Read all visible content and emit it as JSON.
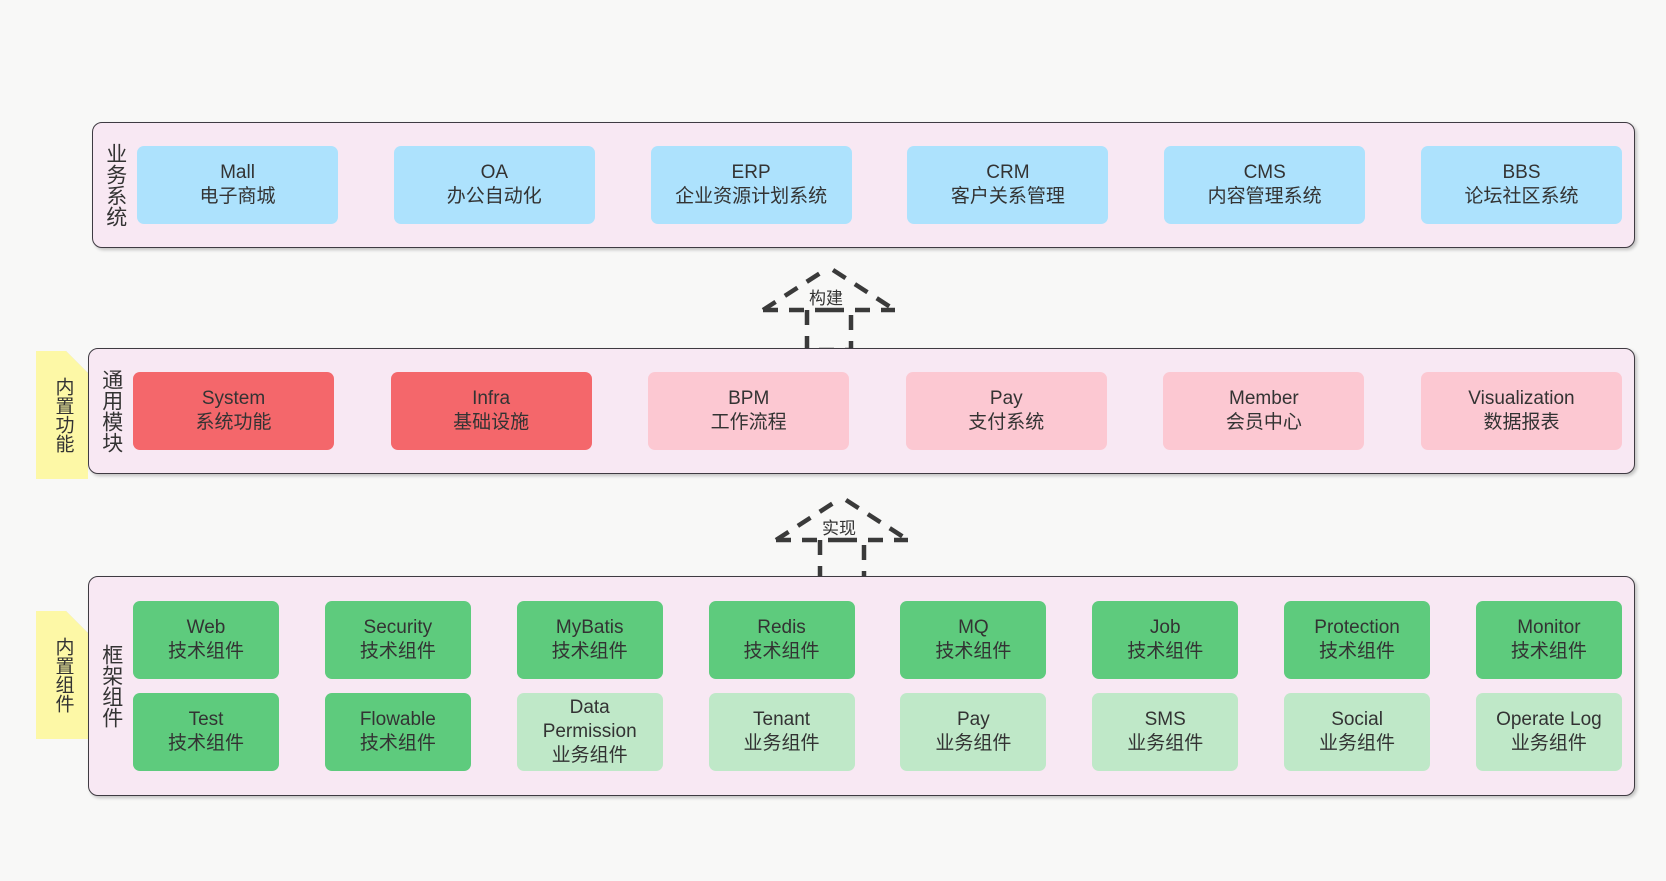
{
  "meta": {
    "background_color": "#f8f8f7",
    "panel_fill": "#f8e8f3",
    "panel_border": "#3f3b42",
    "note_fill": "#fdf8a6"
  },
  "layers": [
    {
      "id": "business-systems",
      "title": "业务系统",
      "accent": "#ade2fd",
      "rows": [
        {
          "cards": [
            {
              "en": "Mall",
              "cn": "电子商城"
            },
            {
              "en": "OA",
              "cn": "办公自动化"
            },
            {
              "en": "ERP",
              "cn": "企业资源计划系统"
            },
            {
              "en": "CRM",
              "cn": "客户关系管理"
            },
            {
              "en": "CMS",
              "cn": "内容管理系统"
            },
            {
              "en": "BBS",
              "cn": "论坛社区系统"
            }
          ]
        }
      ]
    },
    {
      "id": "common-modules",
      "title": "通用模块",
      "note": "内置功能",
      "accent": "#f4676b",
      "rows": [
        {
          "cards": [
            {
              "en": "System",
              "cn": "系统功能",
              "tone": "red"
            },
            {
              "en": "Infra",
              "cn": "基础设施",
              "tone": "red"
            },
            {
              "en": "BPM",
              "cn": "工作流程",
              "tone": "pink"
            },
            {
              "en": "Pay",
              "cn": "支付系统",
              "tone": "pink"
            },
            {
              "en": "Member",
              "cn": "会员中心",
              "tone": "pink"
            },
            {
              "en": "Visualization",
              "cn": "数据报表",
              "tone": "pink"
            }
          ]
        }
      ]
    },
    {
      "id": "framework-components",
      "title": "框架组件",
      "note": "内置组件",
      "accent": "#5ecb7d",
      "rows": [
        {
          "cards": [
            {
              "en": "Web",
              "cn": "技术组件",
              "tone": "green"
            },
            {
              "en": "Security",
              "cn": "技术组件",
              "tone": "green"
            },
            {
              "en": "MyBatis",
              "cn": "技术组件",
              "tone": "green"
            },
            {
              "en": "Redis",
              "cn": "技术组件",
              "tone": "green"
            },
            {
              "en": "MQ",
              "cn": "技术组件",
              "tone": "green"
            },
            {
              "en": "Job",
              "cn": "技术组件",
              "tone": "green"
            },
            {
              "en": "Protection",
              "cn": "技术组件",
              "tone": "green"
            },
            {
              "en": "Monitor",
              "cn": "技术组件",
              "tone": "green"
            }
          ]
        },
        {
          "cards": [
            {
              "en": "Test",
              "cn": "技术组件",
              "tone": "green"
            },
            {
              "en": "Flowable",
              "cn": "技术组件",
              "tone": "green"
            },
            {
              "en": "Data Permission",
              "cn": "业务组件",
              "tone": "green2",
              "wrap": true
            },
            {
              "en": "Tenant",
              "cn": "业务组件",
              "tone": "green2"
            },
            {
              "en": "Pay",
              "cn": "业务组件",
              "tone": "green2"
            },
            {
              "en": "SMS",
              "cn": "业务组件",
              "tone": "green2"
            },
            {
              "en": "Social",
              "cn": "业务组件",
              "tone": "green2"
            },
            {
              "en": "Operate Log",
              "cn": "业务组件",
              "tone": "green2"
            }
          ]
        }
      ]
    }
  ],
  "connectors": [
    {
      "id": "build",
      "label": "构建",
      "from": "common-modules",
      "to": "business-systems"
    },
    {
      "id": "implement",
      "label": "实现",
      "from": "framework-components",
      "to": "common-modules"
    }
  ]
}
